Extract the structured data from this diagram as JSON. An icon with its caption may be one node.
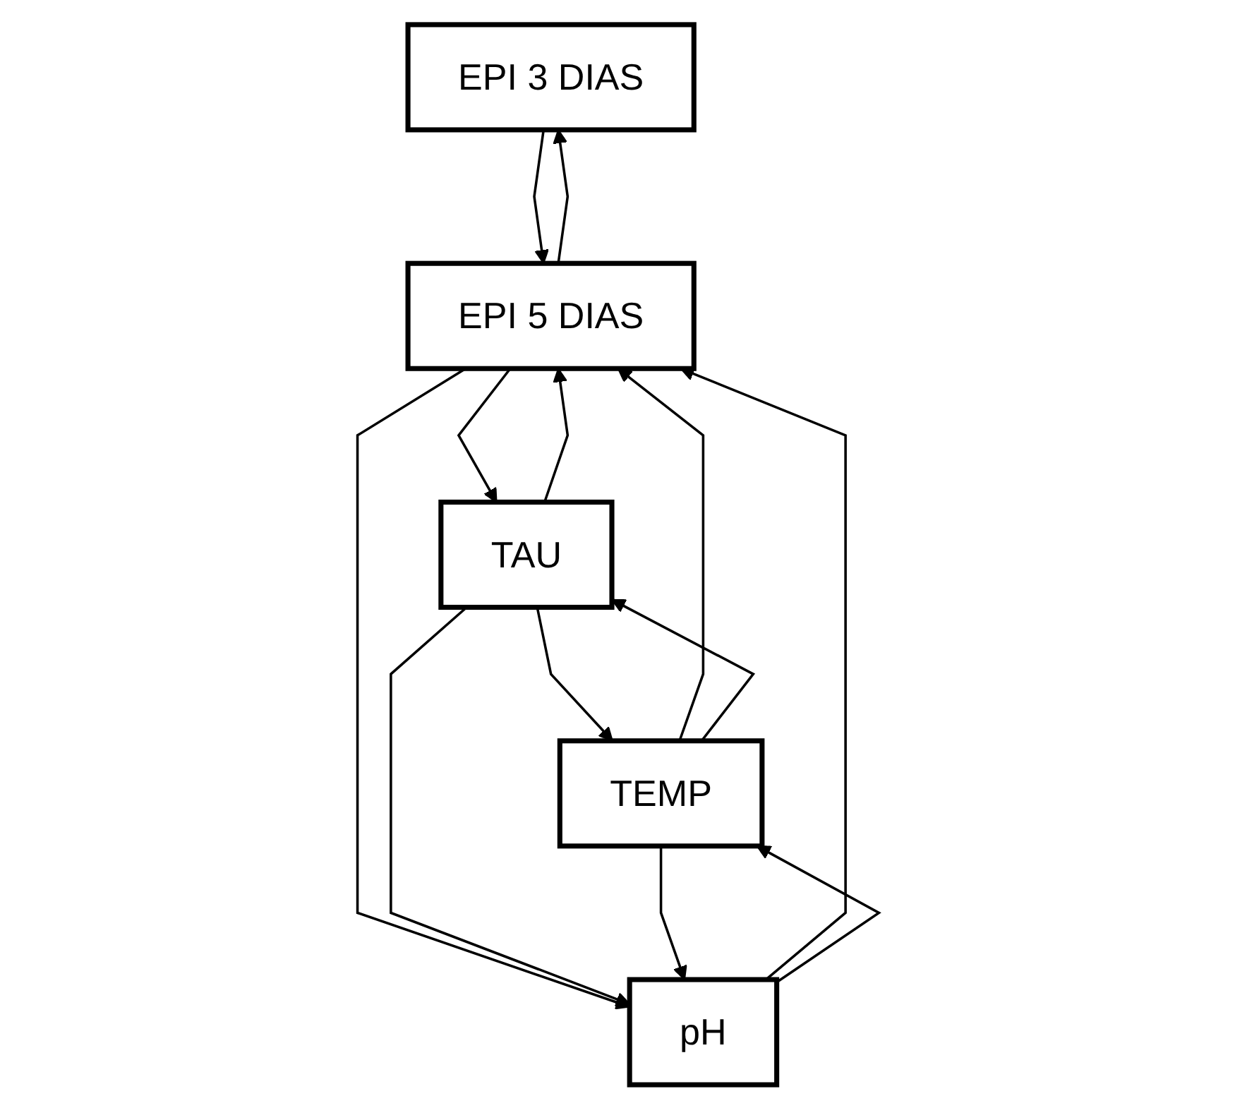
{
  "diagram": {
    "nodes": [
      {
        "text": [
          "EPI 3 DIAS"
        ]
      },
      {
        "text": [
          "EPI 5 DIAS"
        ]
      },
      {
        "text": [
          "TEMP"
        ]
      },
      {
        "text": [
          "TAU"
        ]
      },
      {
        "text": [
          "pH"
        ]
      }
    ],
    "edges": [
      {
        "from": 0,
        "to": 1,
        "arrow": "to"
      },
      {
        "from": 1,
        "to": 0,
        "arrow": "to"
      },
      {
        "from": 2,
        "to": 1,
        "arrow": "to"
      },
      {
        "from": 1,
        "to": 3,
        "arrow": "to"
      },
      {
        "from": 3,
        "to": 1,
        "arrow": "to"
      },
      {
        "from": 1,
        "to": 4,
        "arrow": "to"
      },
      {
        "from": 4,
        "to": 1,
        "arrow": "to"
      },
      {
        "from": 2,
        "to": 3,
        "arrow": "to"
      },
      {
        "from": 3,
        "to": 2,
        "arrow": "to"
      },
      {
        "from": 3,
        "to": 4,
        "arrow": "to"
      },
      {
        "from": 4,
        "to": 2,
        "arrow": "to"
      },
      {
        "from": 2,
        "to": 4,
        "arrow": "to"
      }
    ]
  }
}
